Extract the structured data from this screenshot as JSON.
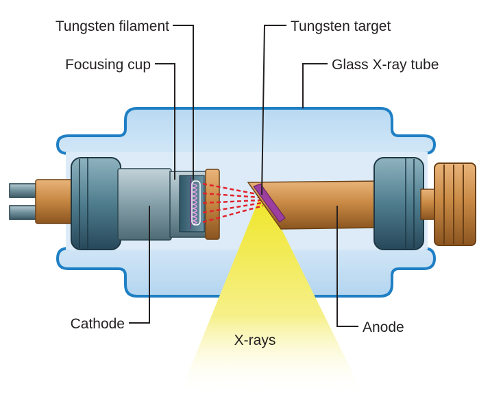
{
  "labels": {
    "tungsten_filament": "Tungsten filament",
    "focusing_cup": "Focusing cup",
    "tungsten_target": "Tungsten target",
    "glass_tube": "Glass X-ray tube",
    "cathode": "Cathode",
    "anode": "Anode",
    "xrays": "X-rays"
  },
  "colors": {
    "glass_outline": "#1f7fc4",
    "glass_fill": "#cfe5f6",
    "copper": "#c0833f",
    "steel_blue": "#3f6f80",
    "xray_beam": "#f3ec3c",
    "electron_beam": "#e1222b",
    "target": "#9b3e9e"
  }
}
